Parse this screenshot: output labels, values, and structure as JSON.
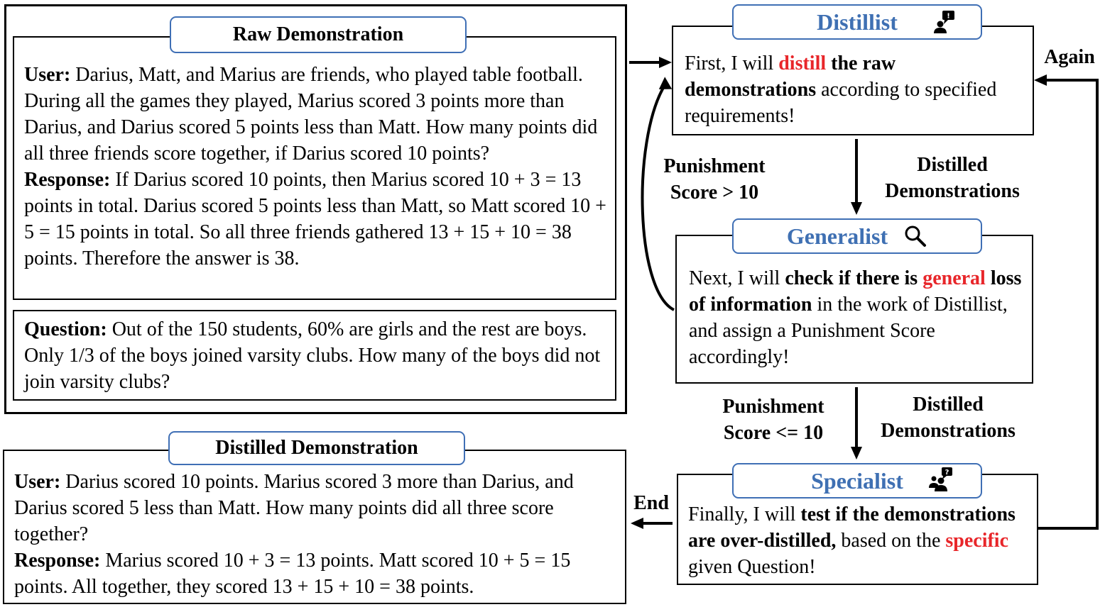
{
  "raw_demo": {
    "title": "Raw Demonstration",
    "user_label": "User:",
    "user_text": " Darius, Matt, and Marius are friends, who played table football. During all the games they played, Marius scored 3 points more than Darius, and Darius scored 5 points less than Matt. How many points did all three friends score together, if Darius scored 10 points?",
    "response_label": "Response:",
    "response_text": " If Darius scored 10 points, then Marius scored 10 + 3 = 13 points in total. Darius scored 5 points less than Matt, so Matt scored 10 + 5 = 15 points in total. So all three friends gathered 13 + 15 + 10 = 38 points. Therefore the answer is 38.",
    "question_label": "Question:",
    "question_text": " Out of the 150 students, 60% are girls and the rest are boys. Only 1/3 of the boys joined varsity clubs. How many of the boys did not join varsity clubs?"
  },
  "distilled_demo": {
    "title": "Distilled Demonstration",
    "user_label": "User:",
    "user_text": " Darius scored 10 points. Marius scored 3 more than Darius, and Darius scored 5 less than Matt. How many points did all three score together?",
    "response_label": "Response:",
    "response_text": " Marius scored 10 + 3 = 13 points. Matt scored 10 + 5 = 15 points. All together, they scored 13 + 15 + 10 = 38 points."
  },
  "distillist": {
    "title": "Distillist",
    "icon": "speech-bubble-person-icon",
    "t1": "First, I will ",
    "t2": "distill",
    "t3": " the raw demonstrations",
    "t4": " according to specified requirements!"
  },
  "generalist": {
    "title": "Generalist",
    "icon": "magnifier-icon",
    "t1": "Next, I will ",
    "t2": "check if there is ",
    "t3": "general",
    "t4": " loss of information",
    "t5": " in the work of Distillist, and assign a Punishment Score accordingly!"
  },
  "specialist": {
    "title": "Specialist",
    "icon": "question-people-icon",
    "t1": "Finally,  I will ",
    "t2": "test if the demonstrations are over-distilled,",
    "t3": " based on the ",
    "t4": "specific",
    "t5": " given Question!"
  },
  "labels": {
    "punish_gt_1": "Punishment",
    "punish_gt_2": "Score > 10",
    "distilled_1a": "Distilled",
    "distilled_1b": "Demonstrations",
    "punish_le_1": "Punishment",
    "punish_le_2": "Score <= 10",
    "distilled_2a": "Distilled",
    "distilled_2b": "Demonstrations",
    "again": "Again",
    "end": "End"
  },
  "colors": {
    "title_blue": "#3f70b3",
    "highlight_red": "#e8262a",
    "box_border_blue": "#3f6fb5"
  }
}
